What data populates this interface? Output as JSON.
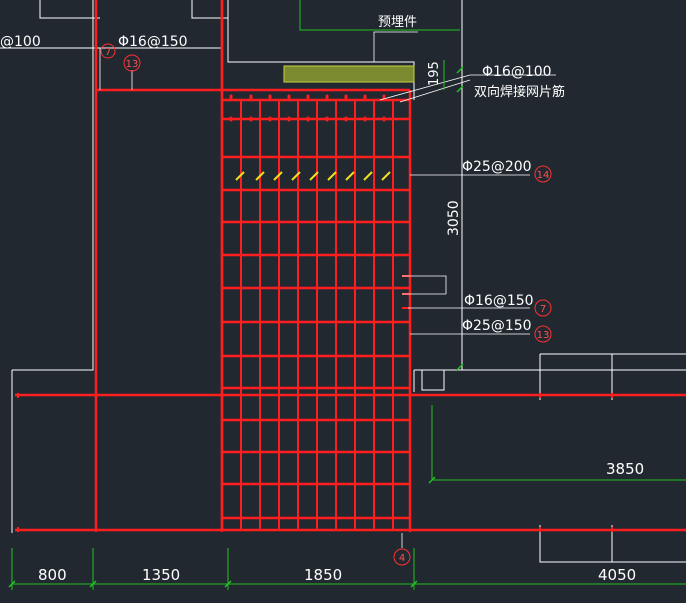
{
  "canvas": {
    "background": "#212830",
    "rebar_color": "#ff1e1e",
    "dim_color": "#21c121",
    "line_color": "#ffffff",
    "accent_color": "#f0e020"
  },
  "labels": {
    "top_left_spec": "@100",
    "top_left_main": "Φ16@150",
    "embedded_part": "预埋件",
    "mesh_spec": "Φ16@100",
    "mesh_desc": "双向焊接网片筋",
    "dim_195": "195",
    "spec_14": "Φ25@200",
    "dim_3050": "3050",
    "spec_7": "Φ16@150",
    "spec_13": "Φ25@150",
    "dim_3850": "3850"
  },
  "tags": {
    "t7": "7",
    "t13": "13",
    "t14": "14",
    "t4": "4"
  },
  "bottom_dims": [
    "800",
    "1350",
    "1850",
    "4050"
  ]
}
